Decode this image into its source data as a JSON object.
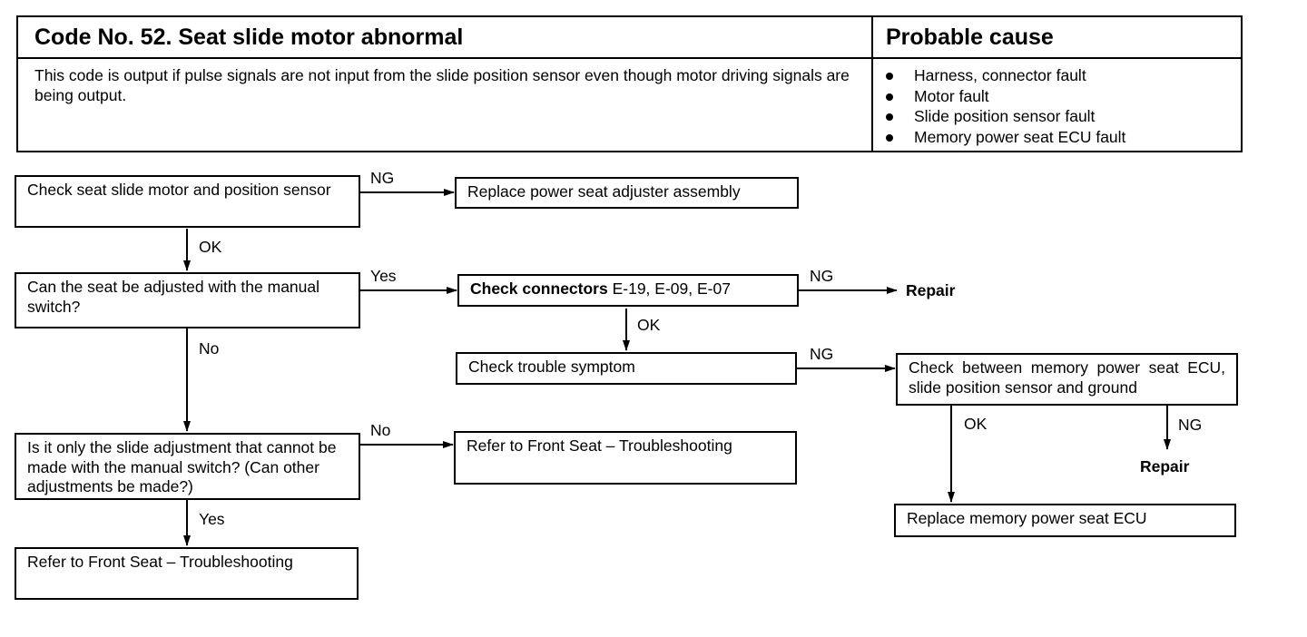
{
  "header": {
    "title": "Code No. 52. Seat slide motor abnormal",
    "probable_cause_title": "Probable cause",
    "description": "This code is output if pulse signals are not input from the slide position sensor even though motor driving signals are being output.",
    "causes": [
      "Harness, connector fault",
      "Motor fault",
      "Slide position sensor fault",
      "Memory power seat ECU fault"
    ]
  },
  "flow": {
    "check_motor_sensor": "Check seat slide motor and position sensor",
    "replace_adjuster": "Replace power seat adjuster assembly",
    "manual_switch_question": "Can the seat be adjusted with the manual switch?",
    "check_connectors_bold": "Check connectors",
    "check_connectors_ids": "E-19, E-09, E-07",
    "check_trouble_symptom": "Check trouble symptom",
    "check_between": "Check between memory power seat ECU, slide position sensor and ground",
    "slide_only_question": "Is it only the slide adjustment that cannot be made with the manual switch? (Can other adjustments be made?)",
    "refer_front_seat_1": "Refer to Front Seat – Troubleshooting",
    "refer_front_seat_2": "Refer to Front Seat – Troubleshooting",
    "replace_ecu": "Replace memory power seat ECU",
    "repair_1": "Repair",
    "repair_2": "Repair"
  },
  "labels": {
    "ng_1": "NG",
    "ok_1": "OK",
    "yes_1": "Yes",
    "ng_2": "NG",
    "ok_2": "OK",
    "no_1": "No",
    "ng_3": "NG",
    "ok_3": "OK",
    "ng_4": "NG",
    "no_2": "No",
    "yes_2": "Yes"
  }
}
